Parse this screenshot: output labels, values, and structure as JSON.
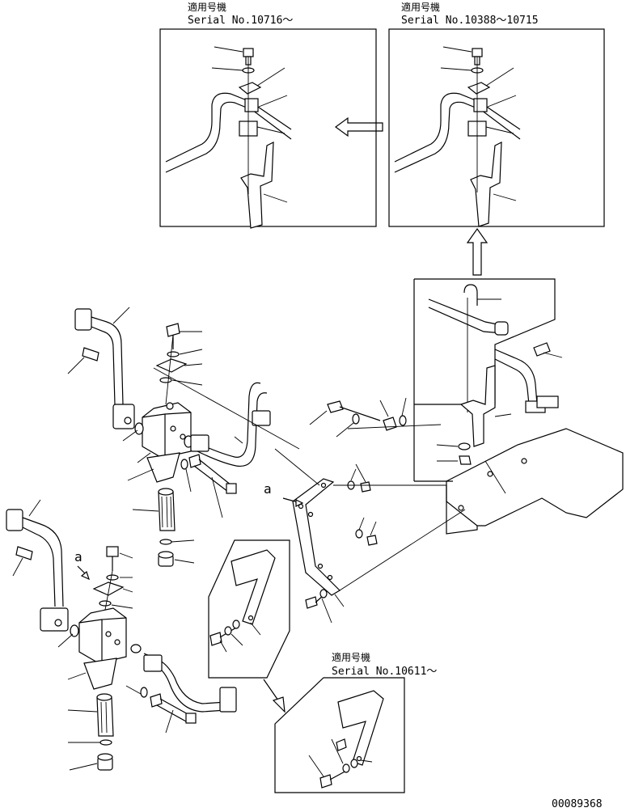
{
  "insets": {
    "top_left": {
      "title_jp": "適用号機",
      "serial": "Serial No.10716～"
    },
    "top_right": {
      "title_jp": "適用号機",
      "serial": "Serial No.10388～10715"
    },
    "bottom": {
      "title_jp": "適用号機",
      "serial": "Serial No.10611～"
    }
  },
  "view_marker_a": "a",
  "drawing_number": "00089368"
}
